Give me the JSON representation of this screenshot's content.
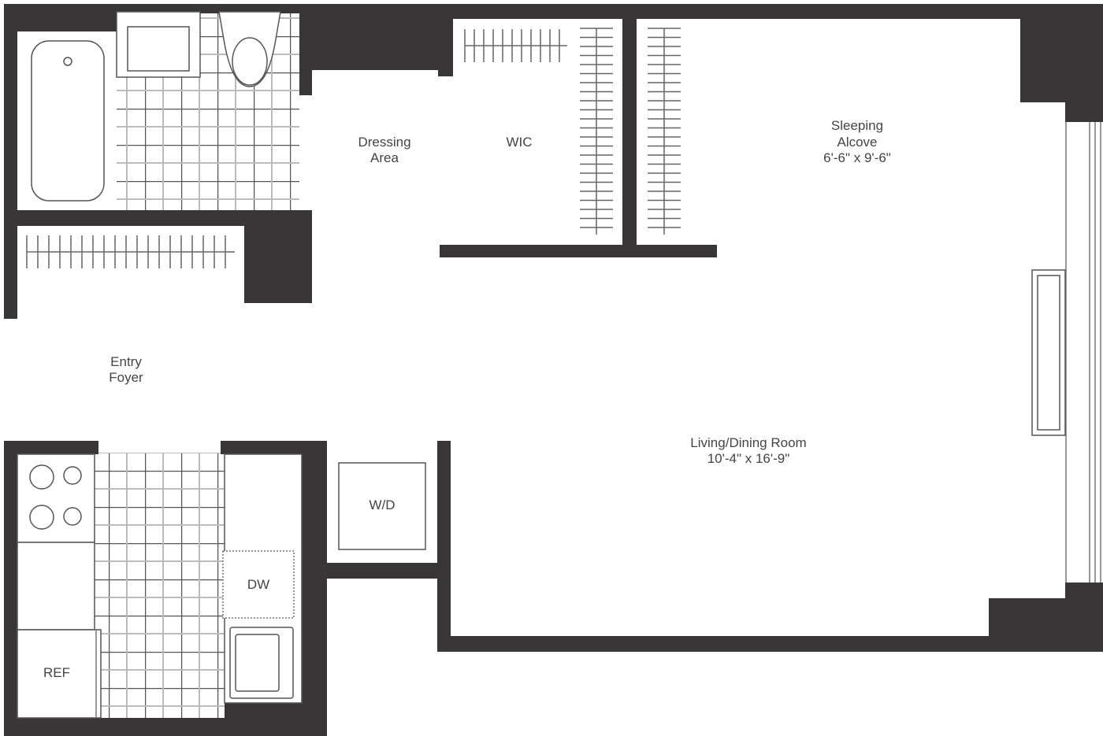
{
  "colors": {
    "wall": "#383637",
    "floor": "#ffffff",
    "fixture_line": "#555555"
  },
  "rooms": {
    "dressing": [
      "Dressing",
      "Area"
    ],
    "wic": "WIC",
    "sleeping": [
      "Sleeping",
      "Alcove",
      "6'-6\" x 9'-6\""
    ],
    "entry": [
      "Entry",
      "Foyer"
    ],
    "living": [
      "Living/Dining Room",
      "10'-4\" x 16'-9\""
    ]
  },
  "appliances": {
    "wd": "W/D",
    "dw": "DW",
    "ref": "REF"
  }
}
